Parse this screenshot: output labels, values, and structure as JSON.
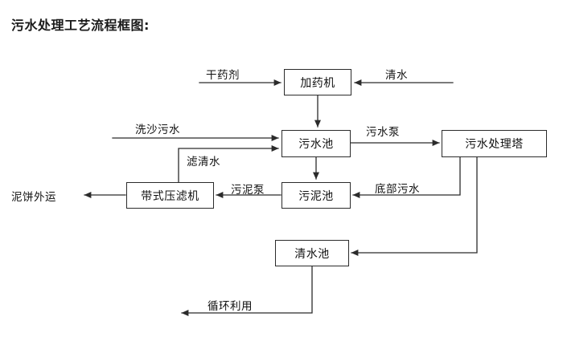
{
  "title": "污水处理工艺流程框图:",
  "colors": {
    "stroke": "#2b2b2b",
    "text": "#111111",
    "background": "#ffffff"
  },
  "nodes": [
    {
      "id": "dosing-machine",
      "label": "加药机"
    },
    {
      "id": "sewage-pool",
      "label": "污水池"
    },
    {
      "id": "sewage-treatment-tower",
      "label": "污水处理塔"
    },
    {
      "id": "belt-filter-press",
      "label": "带式压滤机"
    },
    {
      "id": "sludge-pool",
      "label": "污泥池"
    },
    {
      "id": "clean-water-pool",
      "label": "清水池"
    }
  ],
  "edge_labels": [
    {
      "id": "dry-agent",
      "label": "干药剂"
    },
    {
      "id": "clean-water-in",
      "label": "清水"
    },
    {
      "id": "sand-washing-sewage",
      "label": "洗沙污水"
    },
    {
      "id": "filtered-clear-water",
      "label": "滤清水"
    },
    {
      "id": "sewage-pump",
      "label": "污水泵"
    },
    {
      "id": "sludge-pump",
      "label": "污泥泵"
    },
    {
      "id": "bottom-sewage",
      "label": "底部污水"
    },
    {
      "id": "mud-cake-out",
      "label": "泥饼外运"
    },
    {
      "id": "recycling-reuse",
      "label": "循环利用"
    }
  ],
  "flows": [
    {
      "from": "干药剂",
      "to": "加药机"
    },
    {
      "from": "清水",
      "to": "加药机"
    },
    {
      "from": "加药机",
      "to": "污水池"
    },
    {
      "from": "洗沙污水",
      "to": "污水池"
    },
    {
      "from": "带式压滤机",
      "to": "污水池",
      "label": "滤清水"
    },
    {
      "from": "污水池",
      "to": "污水处理塔",
      "label": "污水泵"
    },
    {
      "from": "污水池",
      "to": "污泥池"
    },
    {
      "from": "污泥池",
      "to": "带式压滤机",
      "label": "污泥泵"
    },
    {
      "from": "污水处理塔",
      "to": "污泥池",
      "label": "底部污水"
    },
    {
      "from": "污水处理塔",
      "to": "清水池"
    },
    {
      "from": "带式压滤机",
      "to": "泥饼外运"
    },
    {
      "from": "清水池",
      "to": "循环利用"
    }
  ]
}
